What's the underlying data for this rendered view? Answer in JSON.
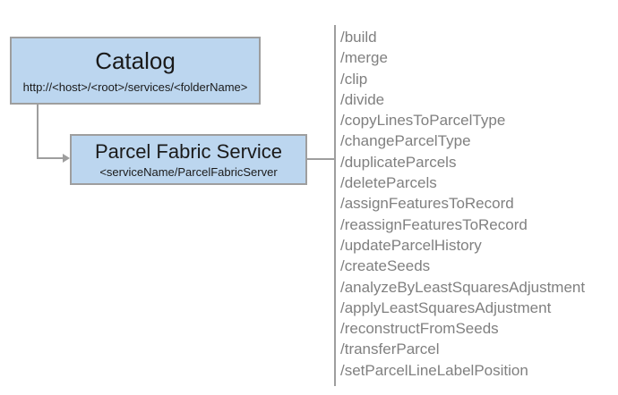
{
  "diagram": {
    "nodes": [
      {
        "title": "Catalog",
        "subtitle": "http://<host>/<root>/services/<folderName>"
      },
      {
        "title": "Parcel Fabric Service",
        "subtitle": "<serviceName/ParcelFabricServer"
      }
    ],
    "operations": [
      "/build",
      "/merge",
      "/clip",
      "/divide",
      "/copyLinesToParcelType",
      "/changeParcelType",
      "/duplicateParcels",
      "/deleteParcels",
      "/assignFeaturesToRecord",
      "/reassignFeaturesToRecord",
      "/updateParcelHistory",
      "/createSeeds",
      "/analyzeByLeastSquaresAdjustment",
      "/applyLeastSquaresAdjustment",
      "/reconstructFromSeeds",
      "/transferParcel",
      "/setParcelLineLabelPosition"
    ],
    "colors": {
      "node_fill": "#bcd6ef",
      "node_border": "#9e9e9e",
      "node_text": "#1a1a1a",
      "operation_text": "#808080",
      "connector": "#9e9e9e",
      "background": "#ffffff"
    }
  }
}
